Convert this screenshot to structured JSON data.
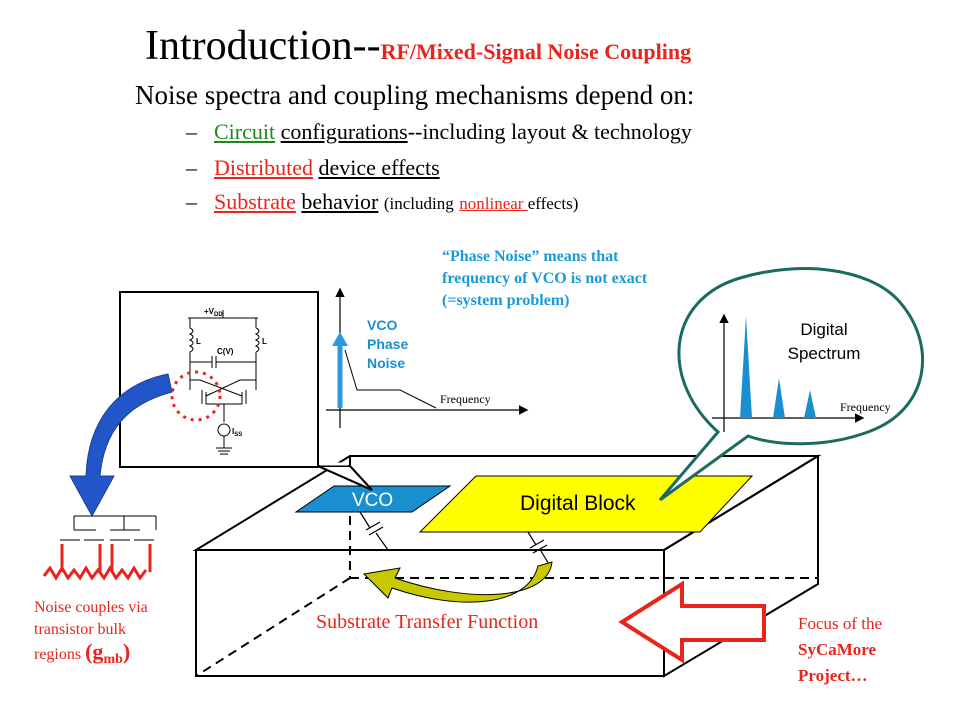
{
  "title": {
    "main": "Introduction--",
    "sub": "RF/Mixed-Signal Noise Coupling"
  },
  "subtitle": "Noise spectra and coupling mechanisms depend on:",
  "bullets": [
    {
      "dash": "–",
      "part1": "Circuit",
      "part2": "configurations",
      "part3": "--including layout & technology"
    },
    {
      "dash": "–",
      "part1": "Distributed",
      "part2": "device effects"
    },
    {
      "dash": "–",
      "part1": "Substrate",
      "part2": "behavior",
      "part3": "(including",
      "part4": "nonlinear ",
      "part5": "effects)"
    }
  ],
  "phase_note": "“Phase Noise” means that frequency of VCO is not exact (=system problem)",
  "vco_phase_label": [
    "VCO",
    "Phase",
    "Noise"
  ],
  "frequency_label": "Frequency",
  "digital_spectrum": [
    "Digital",
    "Spectrum"
  ],
  "blocks": {
    "vco": "VCO",
    "digital": "Digital Block"
  },
  "substrate_label": "Substrate Transfer Function",
  "noise_couples": {
    "line1": "Noise couples via",
    "line2": "transistor bulk",
    "line3": "regions",
    "gmb": "(g",
    "gmb_sub": "mb",
    "gmb_close": ")"
  },
  "focus": {
    "line1": "Focus of the",
    "line2": "SyCaMore",
    "line3": "Project…"
  },
  "schematic": {
    "vdd": "+V",
    "vdd_sub": "DD",
    "cap": "C(V)",
    "l_left": "L",
    "l_right": "L",
    "iss": "I",
    "iss_sub": "SS"
  },
  "colors": {
    "red": "#e8241c",
    "blue": "#1a9ad6",
    "yellow": "#ffff00",
    "olive": "#c8c800",
    "teal": "#1a6b5e",
    "vco_fill": "#1a8fd0"
  }
}
